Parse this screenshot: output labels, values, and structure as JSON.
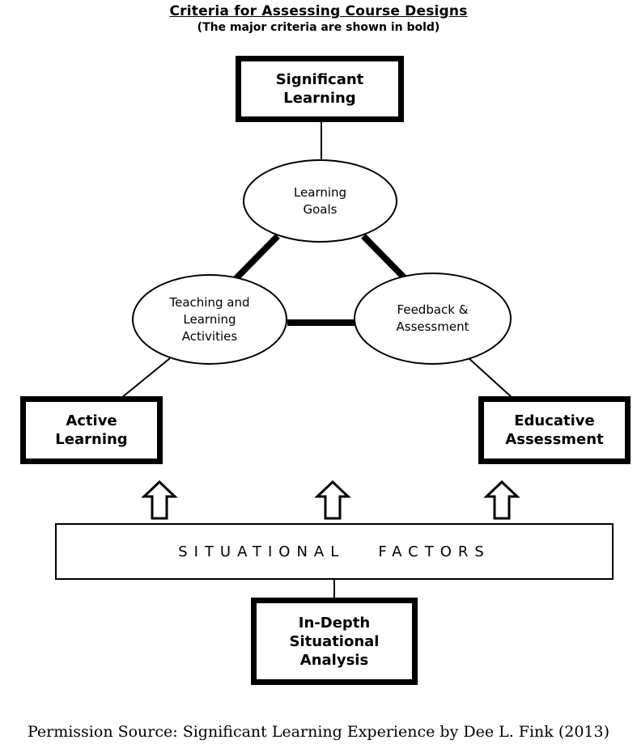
{
  "title": "Criteria for Assessing Course Designs",
  "subtitle": "(The major criteria are shown in bold)",
  "nodes": {
    "significant_learning": "Significant\nLearning",
    "learning_goals": "Learning\nGoals",
    "teaching_activities": "Teaching and\nLearning\nActivities",
    "feedback_assessment": "Feedback &\nAssessment",
    "active_learning": "Active\nLearning",
    "educative_assessment": "Educative\nAssessment",
    "situational_factors": "SITUATIONAL   FACTORS",
    "in_depth_analysis": "In-Depth\nSituational\nAnalysis"
  },
  "caption": "Permission Source: Significant Learning Experience by Dee L. Fink (2013)"
}
